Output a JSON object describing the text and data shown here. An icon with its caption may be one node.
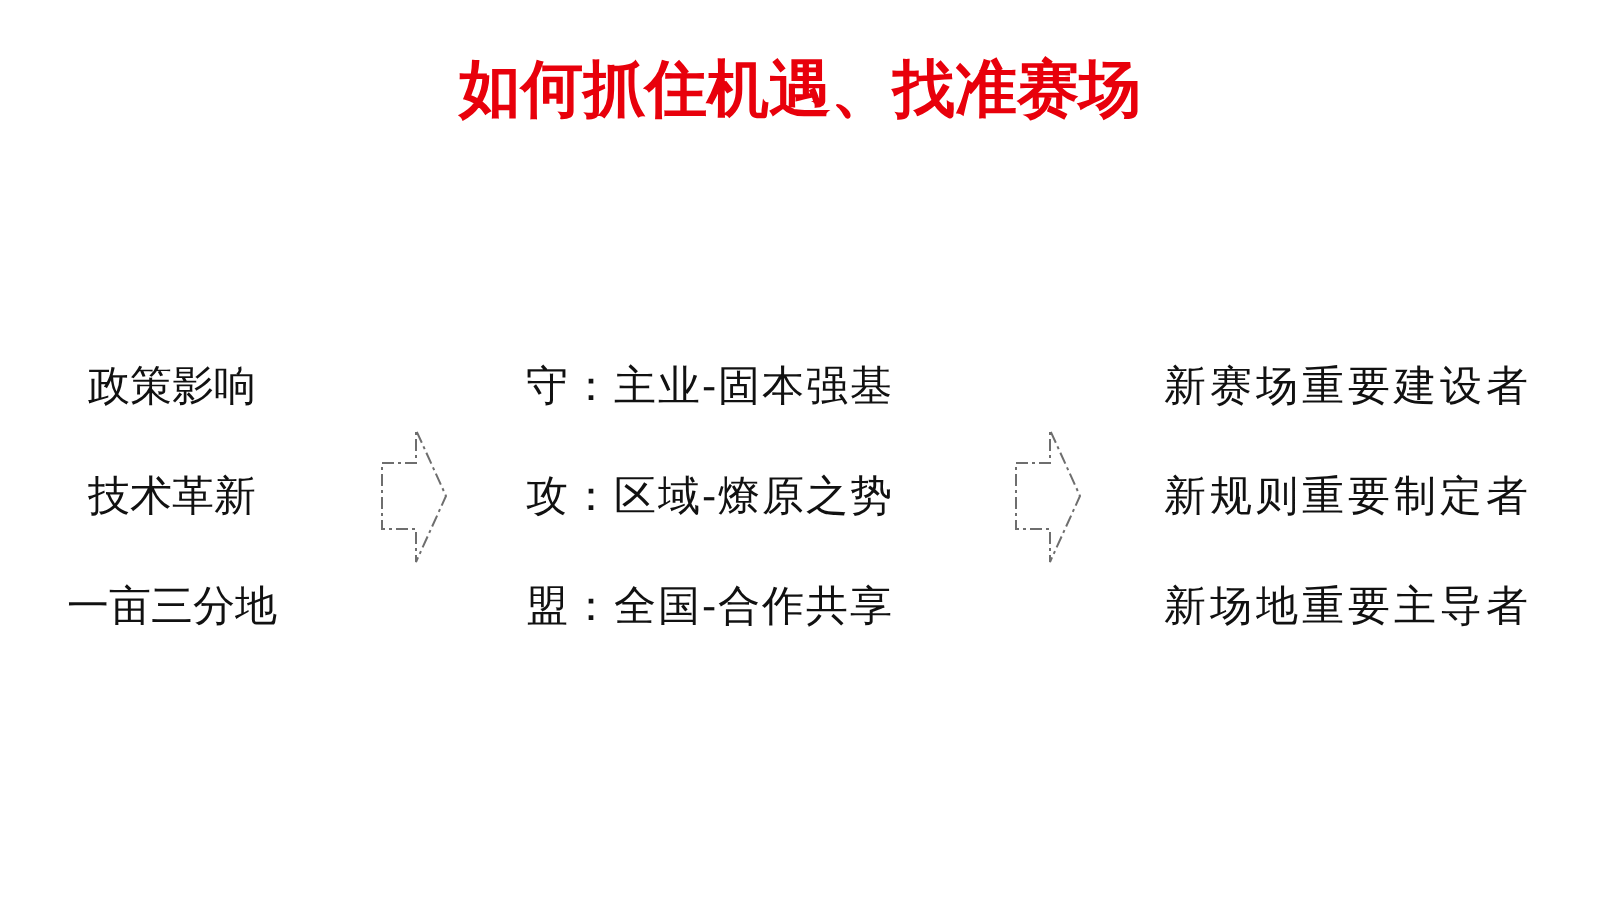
{
  "diagram": {
    "title": "如何抓住机遇、找准赛场",
    "nodes": [
      {
        "text": [
          "政策影响",
          "技术革新",
          "一亩三分地"
        ]
      },
      {
        "text": [
          "守：主业-固本强基",
          "攻：区域-燎原之势",
          "盟：全国-合作共享"
        ]
      },
      {
        "text": [
          "新赛场重要建设者",
          "新规则重要制定者",
          "新场地重要主导者"
        ]
      }
    ],
    "edges": [
      {
        "from": 0,
        "to": 1,
        "arrow": "to",
        "style": "dashed"
      },
      {
        "from": 1,
        "to": 2,
        "arrow": "to",
        "style": "dashed"
      }
    ]
  }
}
